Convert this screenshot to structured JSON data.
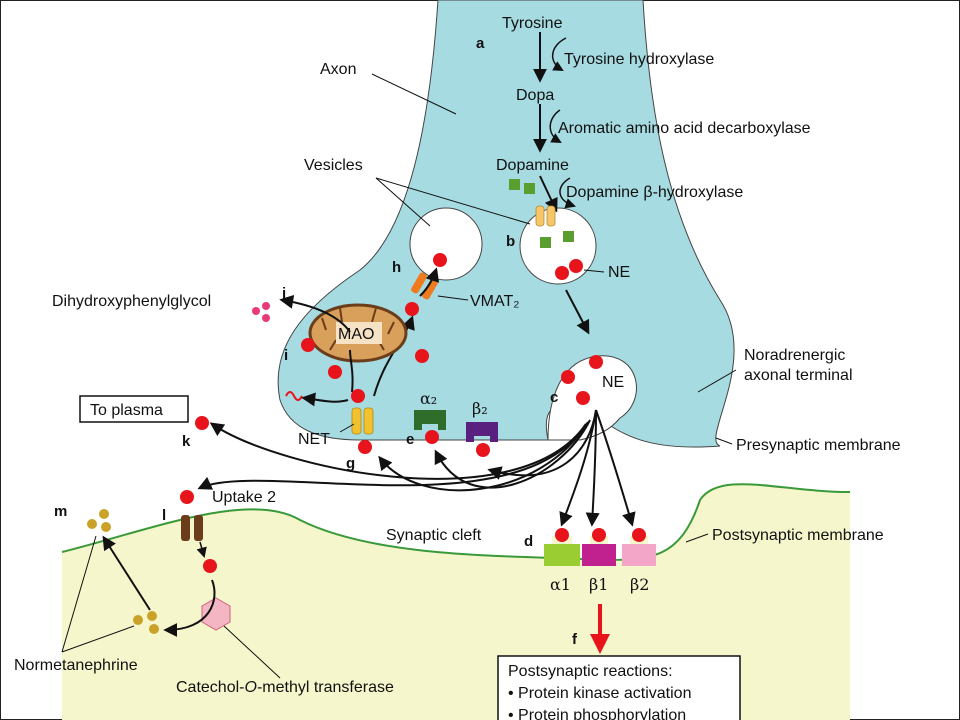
{
  "labels": {
    "tyrosine": "Tyrosine",
    "tyrosine_hydroxylase": "Tyrosine hydroxylase",
    "dopa": "Dopa",
    "aadc": "Aromatic amino acid decarboxylase",
    "dopamine": "Dopamine",
    "dbh": "Dopamine β-hydroxylase",
    "axon": "Axon",
    "vesicles": "Vesicles",
    "ne_vesicle": "NE",
    "ne_terminal": "NE",
    "vmat": "VMAT₂",
    "mao": "MAO",
    "dhpg": "Dihydroxyphenylglycol",
    "to_plasma": "To plasma",
    "net": "NET",
    "alpha2_pre": "α₂",
    "beta2_pre": "β₂",
    "noradrenergic_line1": "Noradrenergic",
    "noradrenergic_line2": "axonal terminal",
    "presynaptic_membrane": "Presynaptic membrane",
    "uptake2": "Uptake 2",
    "synaptic_cleft": "Synaptic cleft",
    "postsynaptic_membrane": "Postsynaptic membrane",
    "alpha1": "α1",
    "beta1": "β1",
    "beta2_post": "β2",
    "normetanephrine": "Normetanephrine",
    "comt_prefix": "Catechol-",
    "comt_o": "O",
    "comt_suffix": "-methyl transferase",
    "box_title": "Postsynaptic reactions:",
    "box_item1": "• Protein kinase activation",
    "box_item2": "• Protein phosphorylation"
  },
  "letters": {
    "a": "a",
    "b": "b",
    "c": "c",
    "d": "d",
    "e": "e",
    "f": "f",
    "g": "g",
    "h": "h",
    "i": "i",
    "j": "j",
    "k": "k",
    "l": "l",
    "m": "m"
  },
  "colors": {
    "axon": "#a6dbe2",
    "postsynaptic": "#f6f6cc",
    "ne": "#e8141c",
    "alpha1": "#9acd32",
    "beta1": "#c0218f",
    "beta2_post": "#f4a6c8",
    "alpha2_pre": "#2f6d2a",
    "beta2_pre": "#5a2080",
    "net": "#f2c12e",
    "vmat": "#f07a1e",
    "mao": "#d9a05b",
    "dbh_enzyme": "#5a9e2f",
    "uptake2": "#6b3d1a",
    "normetanephrine": "#c9a227",
    "comt": "#f4b6c2",
    "arrow_red": "#e8141c"
  }
}
